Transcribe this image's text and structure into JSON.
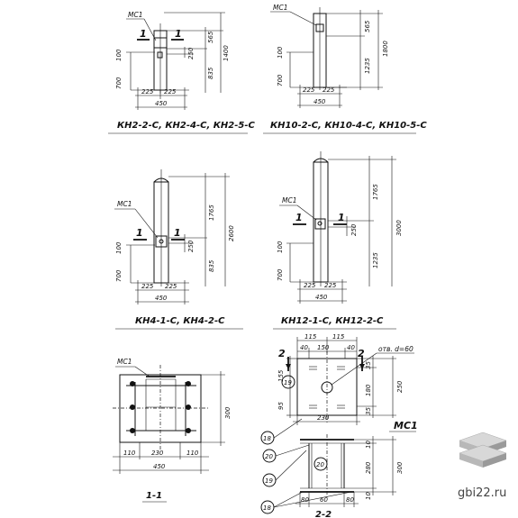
{
  "captions": {
    "p1": "КН2-2-С, КН2-4-С, КН2-5-С",
    "p2": "КН10-2-С, КН10-4-С, КН10-5-С",
    "p3": "КН4-1-С, КН4-2-С",
    "p4": "КН12-1-С, КН12-2-С",
    "s11": "1-1",
    "s22": "2-2",
    "mc1_big": "МС1"
  },
  "labels": {
    "mc1": "МС1",
    "one": "1",
    "two": "2",
    "hole": "отв. d=60"
  },
  "dims": {
    "d450": "450",
    "d225": "225",
    "d250": "250",
    "d100": "100",
    "d700": "700",
    "d565": "565",
    "d835": "835",
    "d1400": "1400",
    "d1235": "1235",
    "d1800": "1800",
    "d1765": "1765",
    "d2600": "2600",
    "d3000": "3000",
    "d110": "110",
    "d230": "230",
    "d300": "300",
    "d115": "115",
    "d40": "40",
    "d150": "150",
    "d155": "155",
    "d95": "95",
    "d180": "180",
    "d35": "35",
    "d10": "10",
    "d280": "280",
    "d80": "80",
    "d60": "60"
  },
  "callouts": {
    "c18": "18",
    "c19": "19",
    "c20": "20"
  },
  "watermark": {
    "text": "gbi22.ru"
  }
}
